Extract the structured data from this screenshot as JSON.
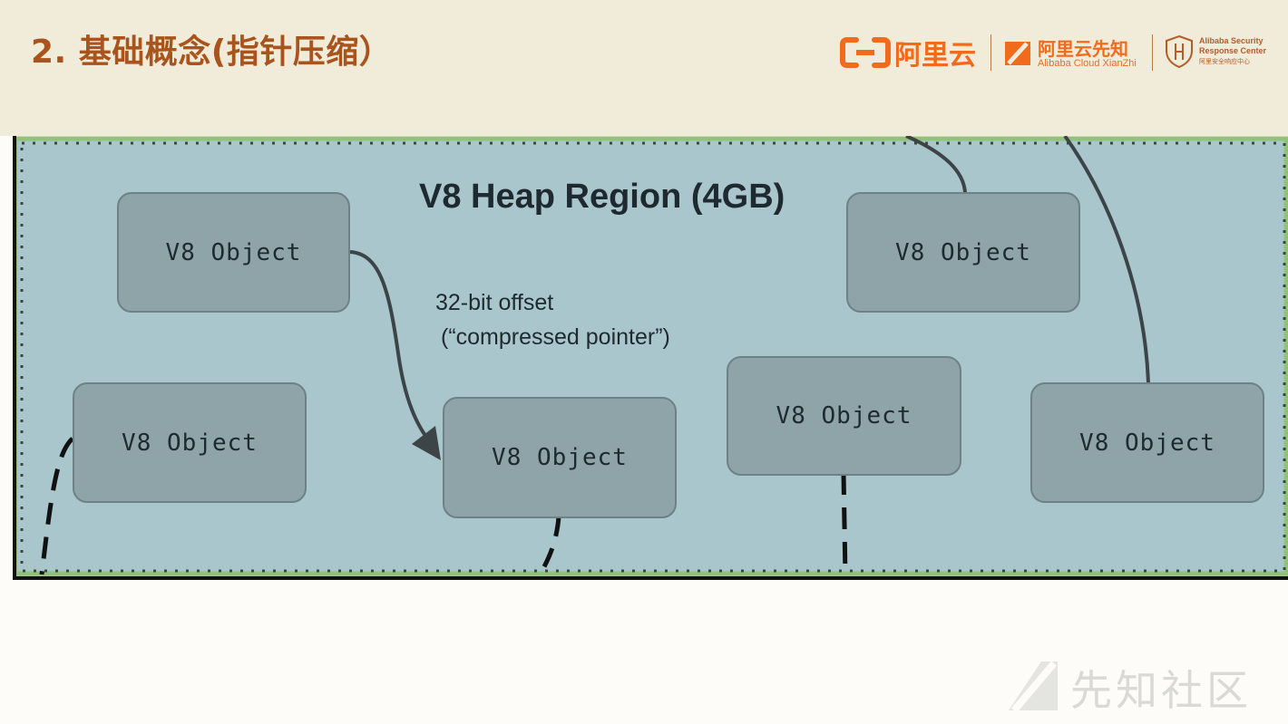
{
  "slide": {
    "title": "2. 基础概念(指针压缩）"
  },
  "logos": {
    "aliyun_text": "阿里云",
    "xianzhi_cn": "阿里云先知",
    "xianzhi_en": "Alibaba Cloud XianZhi",
    "asrc_line1": "Alibaba Security",
    "asrc_line2": "Response Center",
    "asrc_line3": "阿里安全响应中心",
    "brand_color": "#f26b1d"
  },
  "diagram": {
    "region_title": "V8 Heap Region (4GB)",
    "offset_label_line1": "32-bit offset",
    "offset_label_line2": "(“compressed pointer”)",
    "objects": [
      {
        "label": "V8 Object"
      },
      {
        "label": "V8 Object"
      },
      {
        "label": "V8 Object"
      },
      {
        "label": "V8 Object"
      },
      {
        "label": "V8 Object"
      },
      {
        "label": "V8 Object"
      }
    ],
    "colors": {
      "region_fill": "#a8c6cc",
      "region_border": "#92c27a",
      "object_fill": "#8ea4a9"
    }
  },
  "watermark": {
    "text": "先知社区"
  }
}
